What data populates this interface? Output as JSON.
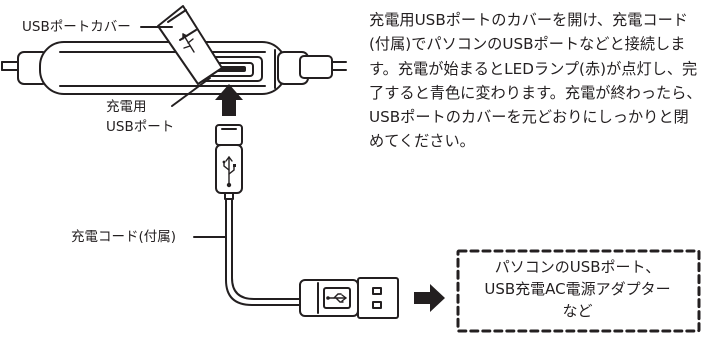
{
  "labels": {
    "usb_port_cover": "USBポートカバー",
    "charging_usb_port_line1": "充電用",
    "charging_usb_port_line2": "USBポート",
    "charging_cord": "充電コード(付属)"
  },
  "instructions": "充電用USBポートのカバーを開け、充電コード(付属)でパソコンのUSBポートなどと接続します。充電が始まるとLEDランプ(赤)が点灯し、完了すると青色に変わります。充電が終わったら、USBポートのカバーを元どおりにしっかりと閉めてください。",
  "destination_box": {
    "line1": "パソコンのUSBポート、",
    "line2": "USB充電AC電源アダプター",
    "line3": "など"
  },
  "icons": [
    "usb-symbol-icon",
    "arrow-up-icon",
    "arrow-right-icon"
  ]
}
